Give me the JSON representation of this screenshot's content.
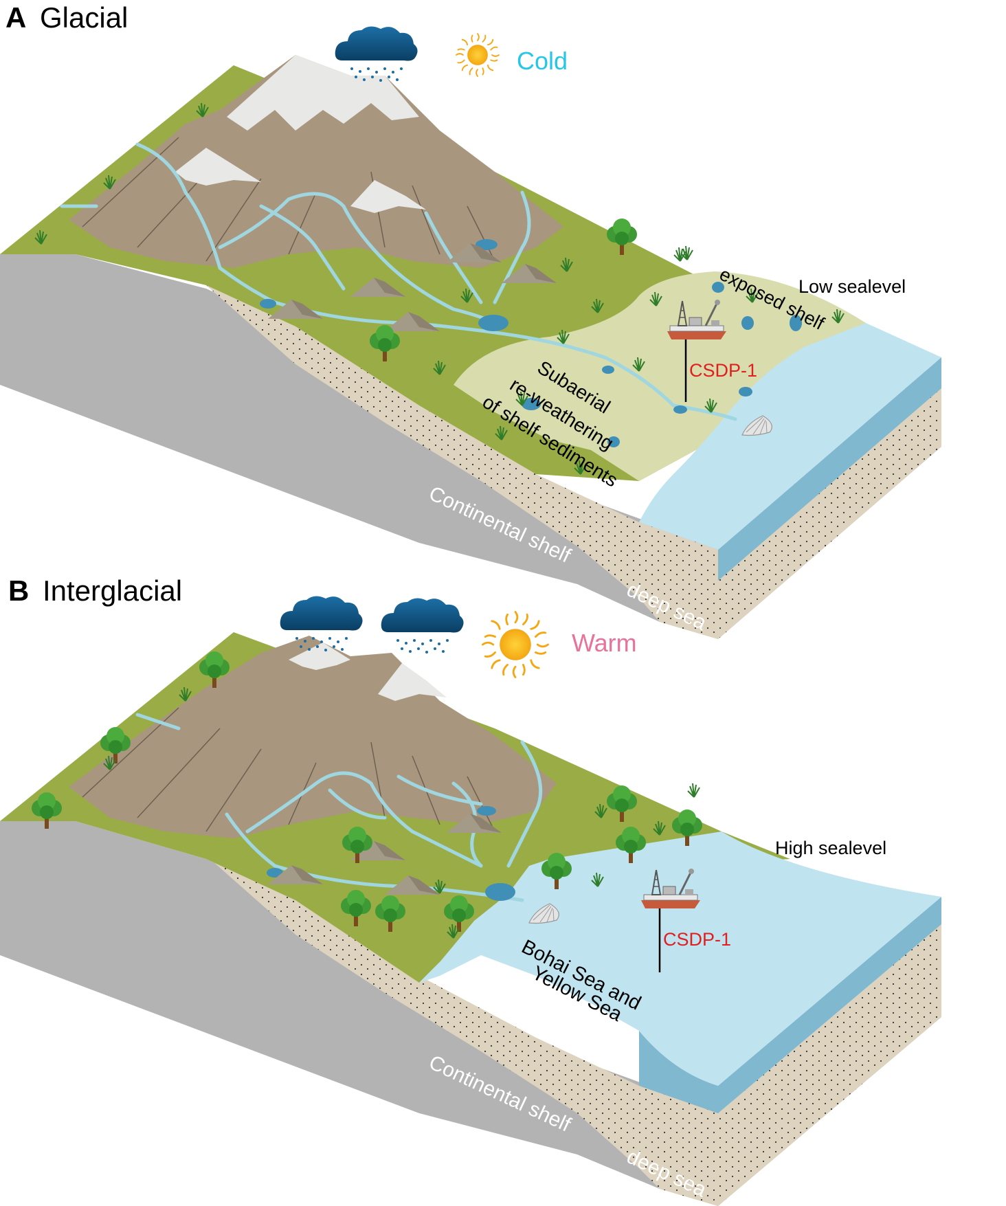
{
  "panel_a": {
    "letter": "A",
    "title": "Glacial",
    "climate": "Cold",
    "sealevel": "Low sealevel",
    "exposed": "exposed shelf",
    "sub1": "Subaerial",
    "sub2": "re-weathering",
    "sub3": "of shelf sediments",
    "site": "CSDP-1",
    "shelf": "Continental shelf",
    "deep": "deep sea"
  },
  "panel_b": {
    "letter": "B",
    "title": "Interglacial",
    "climate": "Warm",
    "sealevel": "High sealevel",
    "sea1": "Bohai Sea and",
    "sea2": "Yellow Sea",
    "site": "CSDP-1",
    "shelf": "Continental shelf",
    "deep": "deep sea"
  },
  "colors": {
    "cold": "#26c6e6",
    "warm": "#e8739a",
    "site": "#e02020",
    "land": "#9aac45",
    "exposed_shelf": "#d9ddad",
    "mountain": "#a8977e",
    "snow": "#e8e8e6",
    "sea": "#bfe3ef",
    "sea_side": "#7fb8cf",
    "sediment": "#ddd3be",
    "bedrock": "#b3b3b3"
  }
}
